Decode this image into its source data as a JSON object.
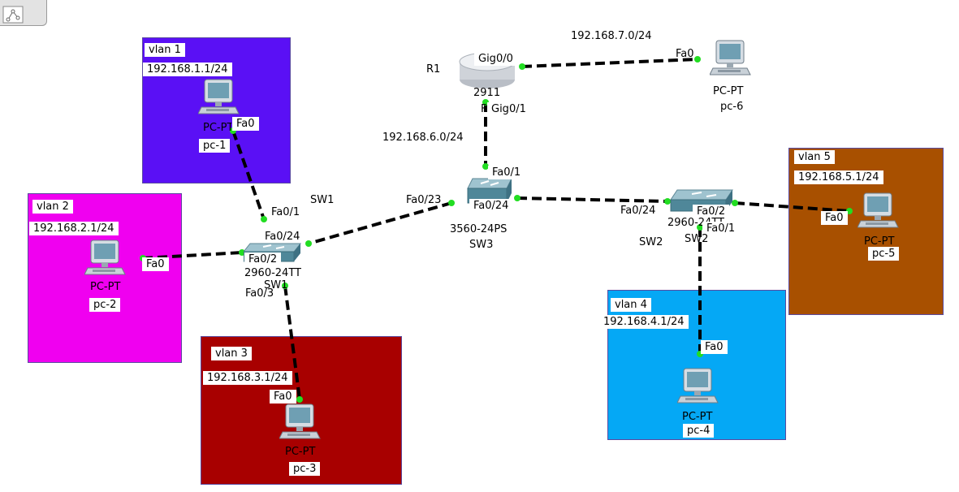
{
  "colors": {
    "vlan1": "#5a10f5",
    "vlan2": "#f000f0",
    "vlan3": "#a80000",
    "vlan4": "#05a8f5",
    "vlan5": "#a85000",
    "link": "#000000",
    "port_dot": "#22dd22"
  },
  "toolbar": {
    "icon": "diagram-tool-icon"
  },
  "vlans": [
    {
      "label": "vlan 1",
      "network": "192.168.1.1/24"
    },
    {
      "label": "vlan 2",
      "network": "192.168.2.1/24"
    },
    {
      "label": "vlan 3",
      "network": "192.168.3.1/24"
    },
    {
      "label": "vlan 4",
      "network": "192.168.4.1/24"
    },
    {
      "label": "vlan 5",
      "network": "192.168.5.1/24"
    }
  ],
  "networks": {
    "r1_pc6": "192.168.7.0/24",
    "r1_sw3": "192.168.6.0/24"
  },
  "devices": {
    "r1": {
      "name": "R1",
      "model": "2911",
      "port_pc6": "Gig0/0",
      "port_sw3": "Gig0/1",
      "stray": "F"
    },
    "sw3": {
      "name": "SW3",
      "model": "3560-24PS",
      "port_r1": "Fa0/1",
      "port_sw1": "Fa0/23",
      "port_sw2": "Fa0/24"
    },
    "sw1": {
      "name": "SW1",
      "model": "2960-24TT",
      "name_overlap": "SW1",
      "port_pc1": "Fa0/1",
      "port_sw3": "Fa0/24",
      "port_pc2": "Fa0/2",
      "port_pc3": "Fa0/3"
    },
    "sw2": {
      "name": "SW2",
      "model": "2960-24TT",
      "name_overlap": "SW2",
      "port_sw3": "Fa0/24",
      "port_pc5": "Fa0/2",
      "port_pc4": "Fa0/1"
    },
    "pc1": {
      "type": "PC-PT",
      "name": "pc-1",
      "port": "Fa0"
    },
    "pc2": {
      "type": "PC-PT",
      "name": "pc-2",
      "port": "Fa0"
    },
    "pc3": {
      "type": "PC-PT",
      "name": "pc-3",
      "port": "Fa0"
    },
    "pc4": {
      "type": "PC-PT",
      "name": "pc-4",
      "port": "Fa0"
    },
    "pc5": {
      "type": "PC-PT",
      "name": "pc-5",
      "port": "Fa0"
    },
    "pc6": {
      "type": "PC-PT",
      "name": "pc-6",
      "port": "Fa0"
    }
  }
}
